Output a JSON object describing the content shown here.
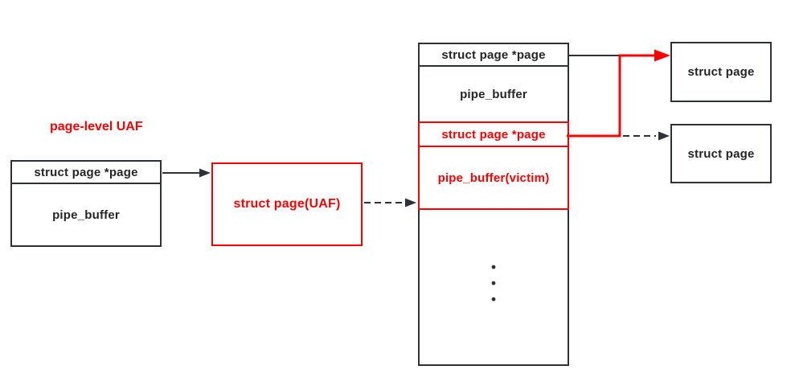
{
  "colors": {
    "accent_red": "#fe0000",
    "line_dark": "#2d3138",
    "text_dark": "#262626",
    "background": "#ffffff"
  },
  "heading": {
    "label": "page-level UAF"
  },
  "left_box": {
    "pointer_row": "struct page *page",
    "buffer_row": "pipe_buffer"
  },
  "uaf_box": {
    "label": "struct page(UAF)"
  },
  "heap_box": {
    "pointer_row": "struct page *page",
    "buffer_row": "pipe_buffer",
    "victim_pointer_row": "struct page *page",
    "victim_buffer_row": "pipe_buffer(victim)",
    "ellipsis": "vertical-dots"
  },
  "right_boxes": {
    "top": {
      "label": "struct page"
    },
    "bottom": {
      "label": "struct page"
    }
  },
  "arrows": {
    "left_to_uaf": "solid-black-right-arrow",
    "uaf_to_heap": "dashed-black-right-arrow",
    "heap_pointer_line": "solid-black-line",
    "victim_pointer_red": "solid-red-elbow-arrow",
    "victim_pointer_dashed": "dashed-black-right-arrow"
  }
}
